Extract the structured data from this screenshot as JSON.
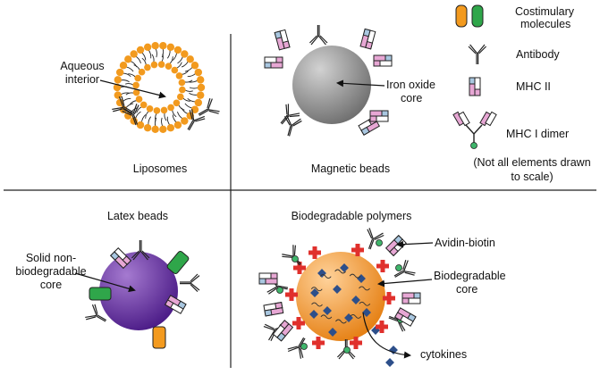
{
  "panels": {
    "liposomes": {
      "title": "Liposomes",
      "label_line1": "Aqueous",
      "label_line2": "interior"
    },
    "magnetic_beads": {
      "title": "Magnetic beads",
      "label_line1": "Iron oxide",
      "label_line2": "core"
    },
    "latex_beads": {
      "title": "Latex beads",
      "label_line1": "Solid non-",
      "label_line2": "biodegradable",
      "label_line3": "core"
    },
    "biodegradable_polymers": {
      "title": "Biodegradable polymers",
      "avidin_label": "Avidin-biotin",
      "core_line1": "Biodegradable",
      "core_line2": "core",
      "cytokines_label": "cytokines"
    }
  },
  "legend": {
    "costim_line1": "Costimulary",
    "costim_line2": "molecules",
    "antibody": "Antibody",
    "mhc2": "MHC II",
    "mhc1": "MHC I dimer",
    "note_line1": "(Not all elements drawn",
    "note_line2": "to scale)"
  },
  "colors": {
    "lipid_head": "#f29a1e",
    "iron_core": "#8a8a8a",
    "latex_core": "#6a2fa3",
    "biodeg_core": "#f39a1e",
    "costim_orange": "#f39a1e",
    "costim_green": "#2fa64a",
    "mhc_pink": "#e7a7d4",
    "mhc_blue": "#a9c7e0",
    "biotin_green": "#3fb56b",
    "cross_red": "#e0302c",
    "cytokine_blue": "#2d4f8a"
  }
}
